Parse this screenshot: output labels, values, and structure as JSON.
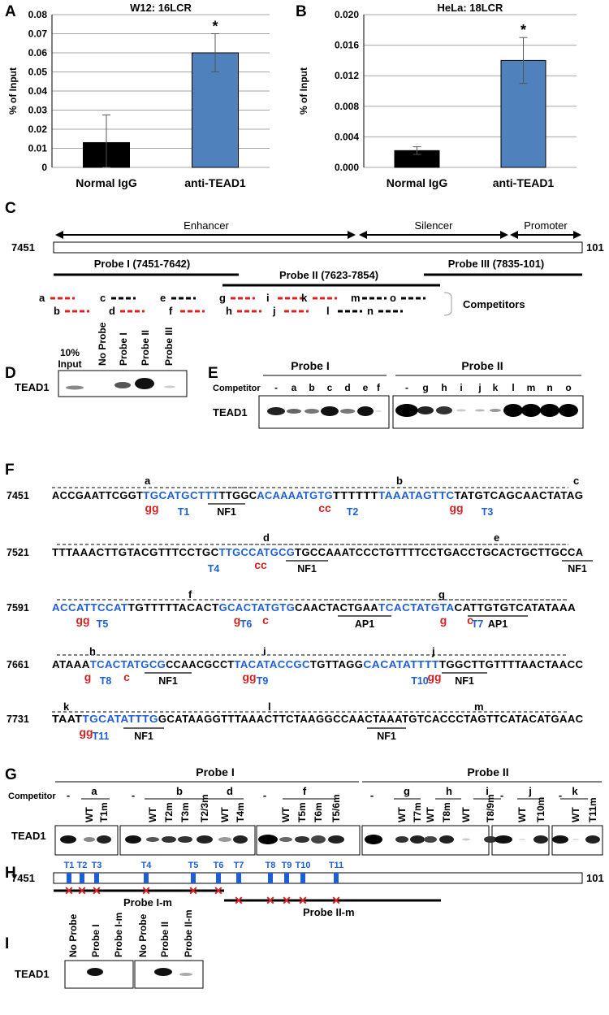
{
  "panels": {
    "A": "A",
    "B": "B",
    "C": "C",
    "D": "D",
    "E": "E",
    "F": "F",
    "G": "G",
    "H": "H",
    "I": "I"
  },
  "chart_data": [
    {
      "type": "bar",
      "title": "W12: 16LCR",
      "ylabel": "% of Input",
      "categories": [
        "Normal IgG",
        "anti-TEAD1"
      ],
      "values": [
        0.013,
        0.06
      ],
      "errors": [
        0.0145,
        0.01
      ],
      "colors": [
        "#000000",
        "#4f81bd"
      ],
      "ylim": [
        0,
        0.08
      ],
      "yticks": [
        "0",
        "0.01",
        "0.02",
        "0.03",
        "0.04",
        "0.05",
        "0.06",
        "0.07",
        "0.08"
      ],
      "significance": [
        "",
        "*"
      ],
      "grid": true
    },
    {
      "type": "bar",
      "title": "HeLa: 18LCR",
      "ylabel": "% of Input",
      "categories": [
        "Normal IgG",
        "anti-TEAD1"
      ],
      "values": [
        0.0022,
        0.014
      ],
      "errors": [
        0.0005,
        0.003
      ],
      "colors": [
        "#000000",
        "#4f81bd"
      ],
      "ylim": [
        0,
        0.02
      ],
      "yticks": [
        "0.000",
        "0.004",
        "0.008",
        "0.012",
        "0.016",
        "0.020"
      ],
      "significance": [
        "",
        "*"
      ],
      "grid": true
    }
  ],
  "map_c": {
    "start": "7451",
    "end": "101",
    "regions": [
      "Enhancer",
      "Silencer",
      "Promoter"
    ],
    "probes": [
      "Probe I (7451-7642)",
      "Probe II (7623-7854)",
      "Probe III (7835-101)"
    ],
    "competitors_label": "Competitors",
    "competitors": [
      {
        "name": "a",
        "color": "#e02020"
      },
      {
        "name": "b",
        "color": "#e02020"
      },
      {
        "name": "c",
        "color": "#000000"
      },
      {
        "name": "d",
        "color": "#e02020"
      },
      {
        "name": "e",
        "color": "#000000"
      },
      {
        "name": "f",
        "color": "#e02020"
      },
      {
        "name": "g",
        "color": "#e02020"
      },
      {
        "name": "h",
        "color": "#e02020"
      },
      {
        "name": "i",
        "color": "#e02020"
      },
      {
        "name": "j",
        "color": "#e02020"
      },
      {
        "name": "k",
        "color": "#e02020"
      },
      {
        "name": "l",
        "color": "#000000"
      },
      {
        "name": "m",
        "color": "#000000"
      },
      {
        "name": "n",
        "color": "#000000"
      },
      {
        "name": "o",
        "color": "#000000"
      }
    ]
  },
  "blot_d": {
    "lanes": [
      "10%",
      "Input",
      "No Probe",
      "Probe I",
      "Probe II",
      "Probe III"
    ],
    "row_label": "TEAD1"
  },
  "blot_e": {
    "probe1": "Probe I",
    "probe2": "Probe II",
    "competitor_label": "Competitor",
    "row_label": "TEAD1",
    "lanes1": [
      "-",
      "a",
      "b",
      "c",
      "d",
      "e",
      "f"
    ],
    "lanes2": [
      "-",
      "g",
      "h",
      "i",
      "j",
      "k",
      "l",
      "m",
      "n",
      "o"
    ]
  },
  "seq_f": {
    "positions": [
      "7451",
      "7521",
      "7591",
      "7661",
      "7731"
    ],
    "comp_letters": [
      "a",
      "b",
      "c",
      "d",
      "e",
      "f",
      "g",
      "h",
      "i",
      "j",
      "k",
      "l",
      "m"
    ],
    "sites": [
      "T1",
      "T2",
      "T3",
      "T4",
      "T5",
      "T6",
      "T7",
      "T8",
      "T9",
      "T10",
      "T11"
    ],
    "rows": [
      [
        [
          "ACCGAATTCGGT",
          "k"
        ],
        [
          "TGCATGCTTT",
          "b"
        ],
        [
          "TTGGC",
          "k"
        ],
        [
          "ACAAAATGTG",
          "b"
        ],
        [
          "TTTTTT",
          "k"
        ],
        [
          "TAAATAGTTC",
          "b"
        ],
        [
          "TATGTCAGCAACTATAG",
          "k"
        ]
      ],
      [
        [
          "TTTAAACTTGTACGTTTCCTGC",
          "k"
        ],
        [
          "TTGCCATGCG",
          "b"
        ],
        [
          "TGCCAAATCCCTGTTTTCCTGACCTGCACTGCTTGCCA",
          "k"
        ]
      ],
      [
        [
          "ACCATTCCAT",
          "b"
        ],
        [
          "TGTTTTTACACT",
          "k"
        ],
        [
          "GCACTATGTG",
          "b"
        ],
        [
          "CAACTACTGAA",
          "k"
        ],
        [
          "TCACTATGTA",
          "b"
        ],
        [
          "CATTGTGTCATATAAA",
          "k"
        ]
      ],
      [
        [
          "ATAAA",
          "k"
        ],
        [
          "TCACTATGCG",
          "b"
        ],
        [
          "CCAACGCCT",
          "k"
        ],
        [
          "TACATACCGC",
          "b"
        ],
        [
          "TGTTAGG",
          "k"
        ],
        [
          "CACATATTTT",
          "b"
        ],
        [
          "TGGCTTGTTTTAACTAACC",
          "k"
        ]
      ],
      [
        [
          "TAAT",
          "k"
        ],
        [
          "TGCATATTTG",
          "b"
        ],
        [
          "GCATAAGGTTTAAACTTCTAAGGCCAACTAAATGTCACCCTAGTTCATACATGAAC",
          "k"
        ]
      ]
    ],
    "mutations": [
      "gg",
      "cc",
      "gg",
      "cc",
      "gg",
      "g",
      "c",
      "g",
      "c",
      "g",
      "c",
      "gg",
      "gg",
      "gg"
    ],
    "motifs": [
      "NF1",
      "NF1",
      "NF1",
      "AP1",
      "AP1",
      "NF1",
      "NF1",
      "NF1",
      "NF1"
    ]
  },
  "blot_g": {
    "probe1": "Probe I",
    "probe2": "Probe II",
    "competitor_label": "Competitor",
    "row_label": "TEAD1",
    "groups": [
      "a",
      "b",
      "d",
      "f",
      "g",
      "h",
      "i",
      "j",
      "k"
    ],
    "lanes": [
      "-",
      "WT",
      "T1m",
      "-",
      "WT",
      "T2m",
      "T3m",
      "T2/3m",
      "WT",
      "T4m",
      "-",
      "WT",
      "T5m",
      "T6m",
      "T5/6m",
      "-",
      "WT",
      "T7m",
      "WT",
      "T8m",
      "WT",
      "T8/9m",
      "-",
      "WT",
      "T10m",
      "-",
      "WT",
      "T11m"
    ]
  },
  "map_h": {
    "start": "7451",
    "end": "101",
    "sites": [
      "T1",
      "T2",
      "T3",
      "T4",
      "T5",
      "T6",
      "T7",
      "T8",
      "T9",
      "T10",
      "T11"
    ],
    "probes": [
      "Probe I-m",
      "Probe II-m"
    ],
    "site_color": "#1f5fd6",
    "mut_color": "#e02020"
  },
  "blot_i": {
    "lanes": [
      "No Probe",
      "Probe I",
      "Probe I-m",
      "No Probe",
      "Probe II",
      "Probe II-m"
    ],
    "row_label": "TEAD1"
  }
}
